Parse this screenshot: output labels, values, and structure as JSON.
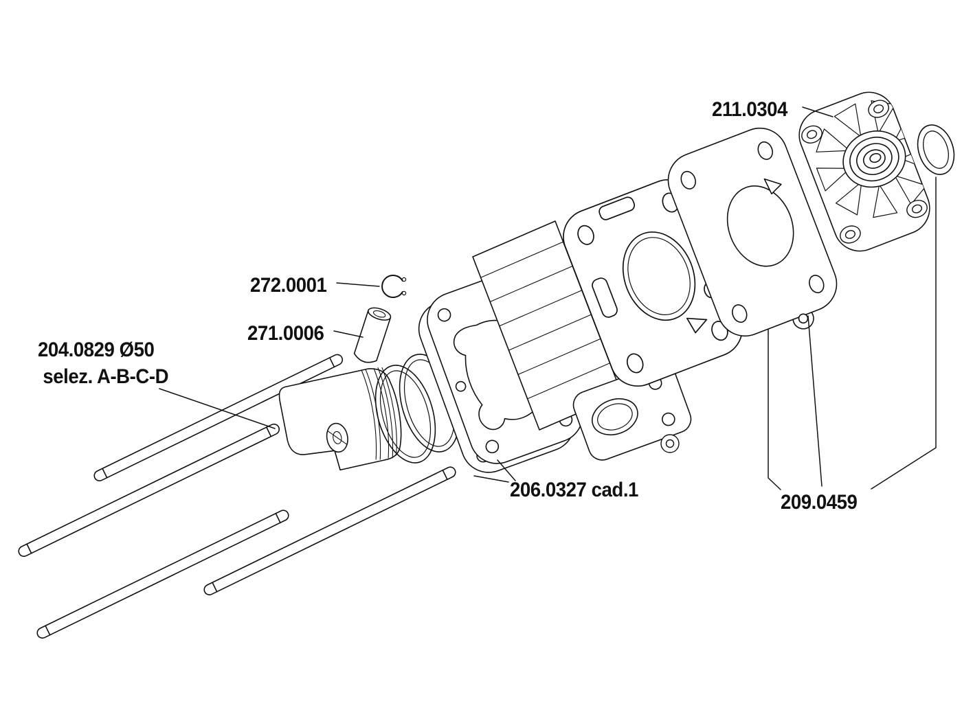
{
  "labels": {
    "cylinder_head": "211.0304",
    "circlip": "272.0001",
    "wrist_pin": "271.0006",
    "piston_line1": "204.0829 Ø50",
    "piston_line2": "selez. A-B-C-D",
    "gasket_set": "206.0327 cad.1",
    "head_gasket_set": "209.0459"
  },
  "colors": {
    "line": "#111111",
    "background": "#ffffff"
  }
}
